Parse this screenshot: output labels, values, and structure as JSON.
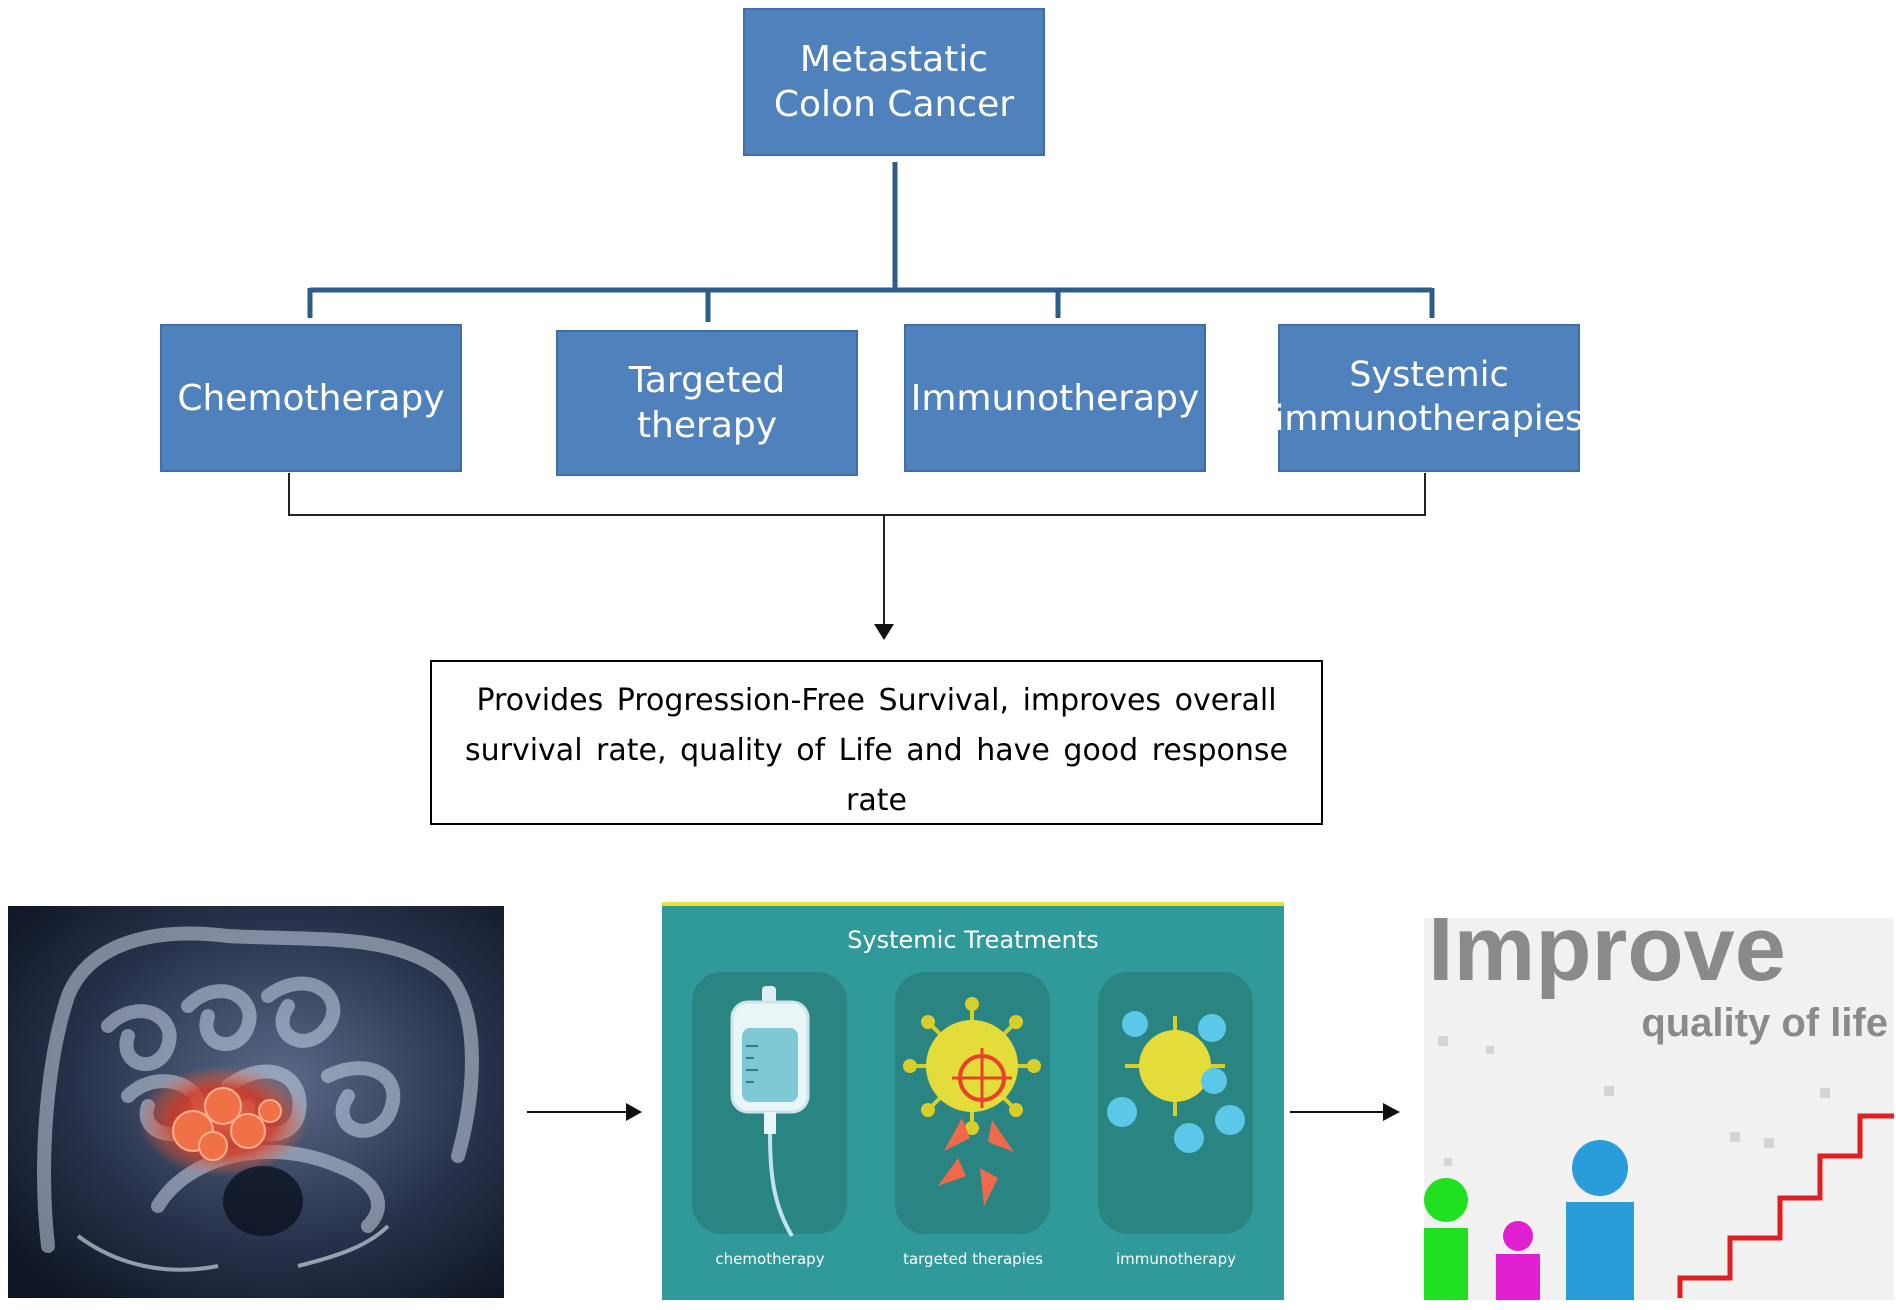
{
  "root": {
    "label": "Metastatic Colon Cancer"
  },
  "treatments": [
    {
      "label": "Chemotherapy"
    },
    {
      "label": "Targeted therapy"
    },
    {
      "label": "Immunotherapy"
    },
    {
      "label": "Systemic immunotherapies"
    }
  ],
  "outcome": {
    "text": "Provides Progression-Free Survival, improves overall survival rate, quality of Life and have good response rate"
  },
  "images": {
    "systemic_panel": {
      "title": "Systemic Treatments",
      "items": [
        "chemotherapy",
        "targeted therapies",
        "immunotherapy"
      ]
    },
    "improve_panel": {
      "title": "Improve",
      "subtitle": "quality of life"
    }
  },
  "colors": {
    "box_fill": "#4f81bd",
    "connector": "#2e5c8a",
    "teal_bg": "#2f9a99",
    "teal_card": "#2a8582"
  }
}
